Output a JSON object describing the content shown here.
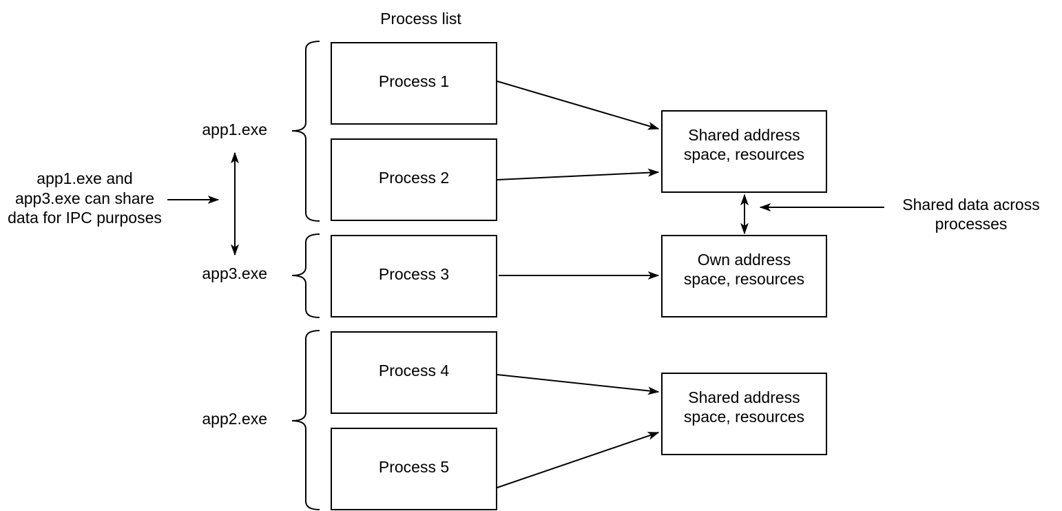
{
  "title": "Process list",
  "process_boxes": [
    {
      "label": "Process 1"
    },
    {
      "label": "Process 2"
    },
    {
      "label": "Process 3"
    },
    {
      "label": "Process 4"
    },
    {
      "label": "Process 5"
    }
  ],
  "group_labels": [
    {
      "label": "app1.exe"
    },
    {
      "label": "app3.exe"
    },
    {
      "label": "app2.exe"
    }
  ],
  "address_boxes": [
    {
      "lines": [
        "Shared address",
        "space, resources"
      ]
    },
    {
      "lines": [
        "Own address",
        "space, resources"
      ]
    },
    {
      "lines": [
        "Shared address",
        "space, resources"
      ]
    }
  ],
  "annotations": {
    "ipc": {
      "lines": [
        "app1.exe and",
        "app3.exe can share",
        "data for IPC purposes"
      ]
    },
    "shared": {
      "lines": [
        "Shared data across",
        "processes"
      ]
    }
  },
  "colors": {
    "stroke": "#000000",
    "box_fill": "#ffffff",
    "text": "#000000",
    "background": "#ffffff"
  }
}
